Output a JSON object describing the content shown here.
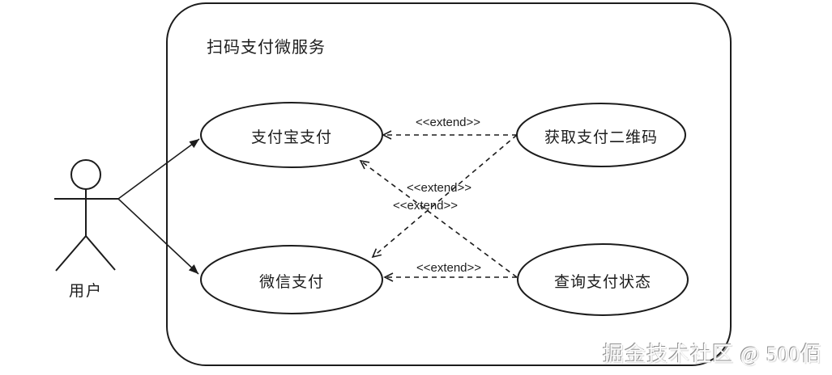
{
  "diagram": {
    "type": "uml-use-case",
    "system": {
      "title": "扫码支付微服务"
    },
    "actor": {
      "label": "用户"
    },
    "use_cases": [
      {
        "id": "alipay-pay",
        "label": "支付宝支付"
      },
      {
        "id": "get-qrcode",
        "label": "获取支付二维码"
      },
      {
        "id": "wechat-pay",
        "label": "微信支付"
      },
      {
        "id": "query-status",
        "label": "查询支付状态"
      }
    ],
    "relations": [
      {
        "from": "用户",
        "to": "支付宝支付",
        "type": "association",
        "style": "solid-filled-arrow"
      },
      {
        "from": "用户",
        "to": "微信支付",
        "type": "association",
        "style": "solid-filled-arrow"
      },
      {
        "from": "获取支付二维码",
        "to": "支付宝支付",
        "type": "extend",
        "label": "<<extend>>",
        "style": "dashed-open-arrow"
      },
      {
        "from": "获取支付二维码",
        "to": "微信支付",
        "type": "extend",
        "label": "<<extend>>",
        "style": "dashed-open-arrow"
      },
      {
        "from": "查询支付状态",
        "to": "支付宝支付",
        "type": "extend",
        "label": "<<extend>>",
        "style": "dashed-open-arrow"
      },
      {
        "from": "查询支付状态",
        "to": "微信支付",
        "type": "extend",
        "label": "<<extend>>",
        "style": "dashed-open-arrow"
      }
    ],
    "extend_labels": {
      "top": "<<extend>>",
      "middle_upper": "<<extend>>",
      "middle_lower": "<<extend>>",
      "bottom": "<<extend>>"
    },
    "watermark": "掘金技术社区 @ 500佰",
    "colors": {
      "line": "#1c1c1c",
      "background": "#ffffff",
      "watermark_text": "#fbfbfb",
      "watermark_shadow": "#8f8f8f"
    }
  }
}
